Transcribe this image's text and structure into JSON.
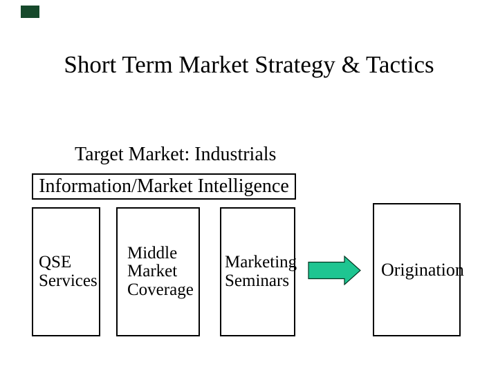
{
  "slide": {
    "title": "Short Term Market Strategy & Tactics",
    "subtitle": "Target Market: Industrials",
    "info_banner": "Information/Market Intelligence",
    "boxes": [
      {
        "label": "QSE Services"
      },
      {
        "label": "Middle Market Coverage"
      },
      {
        "label": "Marketing Seminars"
      },
      {
        "label": "Origination"
      }
    ],
    "arrow": {
      "direction": "right",
      "fill": "#1ec591",
      "outline": "#00341f"
    },
    "colors": {
      "background": "#ffffff",
      "text": "#000000",
      "box_border": "#000000",
      "corner_mark": "#16492b"
    }
  }
}
